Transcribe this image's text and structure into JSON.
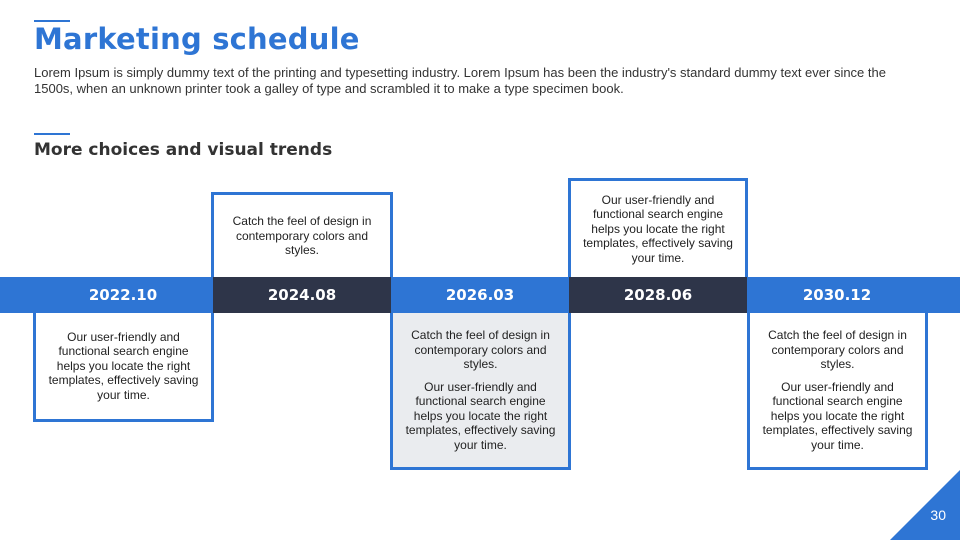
{
  "header": {
    "title": "Marketing schedule",
    "description": "Lorem Ipsum is simply dummy text of the printing and typesetting industry. Lorem Ipsum has been the industry's standard dummy text ever since the 1500s, when an unknown printer took a galley of type and scrambled it to make a type specimen book.",
    "subtitle": "More choices and visual trends"
  },
  "timeline": {
    "dates": [
      "2022.10",
      "2024.08",
      "2026.03",
      "2028.06",
      "2030.12"
    ],
    "boxes": {
      "box_2022_10": [
        "Our user-friendly and functional search engine helps you locate the right templates, effectively saving your time."
      ],
      "box_2024_08": [
        "Catch the feel of design in contemporary colors and styles."
      ],
      "box_2026_03": [
        "Catch the feel of design in contemporary colors and styles.",
        "Our user-friendly and functional search engine helps you locate the right templates, effectively saving your time."
      ],
      "box_2028_06": [
        "Our user-friendly and functional search engine helps you locate the right templates, effectively saving your time."
      ],
      "box_2030_12": [
        "Catch the feel of design in contemporary colors and styles.",
        "Our user-friendly and functional search engine helps you locate the right templates, effectively saving your time."
      ]
    }
  },
  "footer": {
    "page_number": "30"
  },
  "colors": {
    "accent": "#2e75d4",
    "dark": "#2e3549",
    "shaded": "#eaecef"
  }
}
